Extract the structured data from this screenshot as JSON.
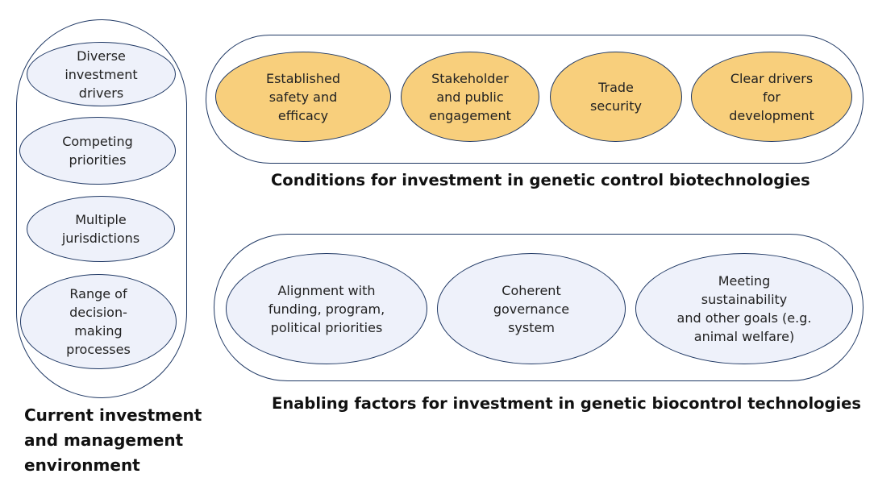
{
  "colors": {
    "outline": "#1f3864",
    "blue_fill": "#eef1fa",
    "orange_fill": "#f8cf7c"
  },
  "left_group": {
    "caption": "Current investment\nand management\nenvironment",
    "items": [
      "Diverse\ninvestment\ndrivers",
      "Competing\npriorities",
      "Multiple\njurisdictions",
      "Range of\ndecision-\nmaking\nprocesses"
    ]
  },
  "conditions_group": {
    "caption": "Conditions for investment in genetic control biotechnologies",
    "items": [
      "Established\nsafety and\nefficacy",
      "Stakeholder\nand public\nengagement",
      "Trade\nsecurity",
      "Clear drivers\nfor\ndevelopment"
    ]
  },
  "enabling_group": {
    "caption": "Enabling factors for investment in genetic biocontrol technologies",
    "items": [
      "Alignment with\nfunding, program,\npolitical priorities",
      "Coherent\ngovernance\nsystem",
      "Meeting\nsustainability\nand other goals (e.g.\nanimal welfare)"
    ]
  }
}
